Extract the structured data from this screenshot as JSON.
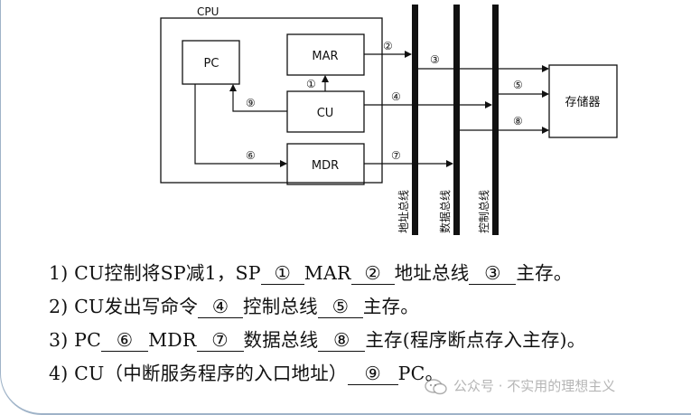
{
  "diagram": {
    "cpu_label": "CPU",
    "pc_label": "PC",
    "mar_label": "MAR",
    "cu_label": "CU",
    "mdr_label": "MDR",
    "memory_label": "存储器",
    "bus_address": "地址总线",
    "bus_data": "数据总线",
    "bus_control": "控制总线",
    "markers": {
      "m1": "①",
      "m2": "②",
      "m3": "③",
      "m4": "④",
      "m5": "⑤",
      "m6": "⑥",
      "m7": "⑦",
      "m8": "⑧",
      "m9": "⑨"
    }
  },
  "steps": [
    {
      "num": "1)",
      "t1": "CU控制将SP减1，SP",
      "b1": "①",
      "t2": "MAR",
      "b2": "②",
      "t3": "地址总线",
      "b3": "③",
      "t4": "主存。"
    },
    {
      "num": "2)",
      "t1": "CU发出写命令",
      "b1": "④",
      "t2": "控制总线",
      "b2": "⑤",
      "t3": "主存。"
    },
    {
      "num": "3)",
      "t1": "PC",
      "b1": "⑥",
      "t2": "MDR",
      "b2": "⑦",
      "t3": "数据总线",
      "b3": "⑧",
      "t4": "主存(程序断点存入主存)。"
    },
    {
      "num": "4)",
      "t1": "CU（中断服务程序的入口地址）",
      "b1": "⑨",
      "t2": "PC。"
    }
  ],
  "watermark": {
    "source": "公众号 · 不实用的理想主义"
  }
}
